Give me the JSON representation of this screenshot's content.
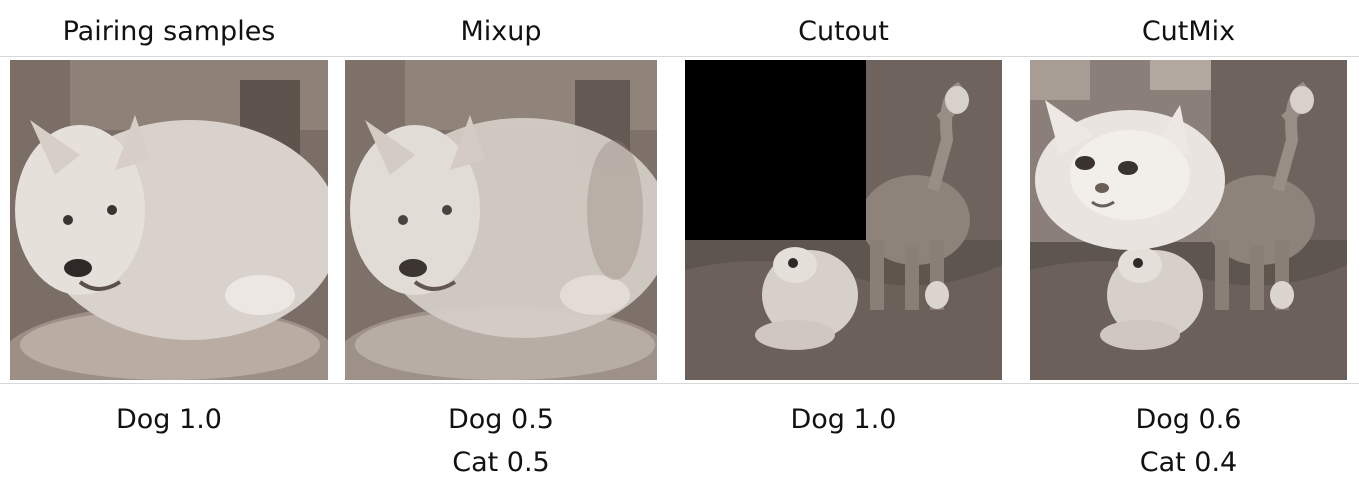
{
  "columns": [
    {
      "title": "Pairing samples",
      "labels": [
        "Dog 1.0"
      ]
    },
    {
      "title": "Mixup",
      "labels": [
        "Dog 0.5",
        "Cat 0.5"
      ]
    },
    {
      "title": "Cutout",
      "labels": [
        "Dog 1.0"
      ]
    },
    {
      "title": "CutMix",
      "labels": [
        "Dog 0.6",
        "Cat 0.4"
      ]
    }
  ],
  "colors": {
    "photo_base": "#7c7168",
    "fur_light": "#e8e2dc",
    "cutout_patch": "#000000"
  }
}
